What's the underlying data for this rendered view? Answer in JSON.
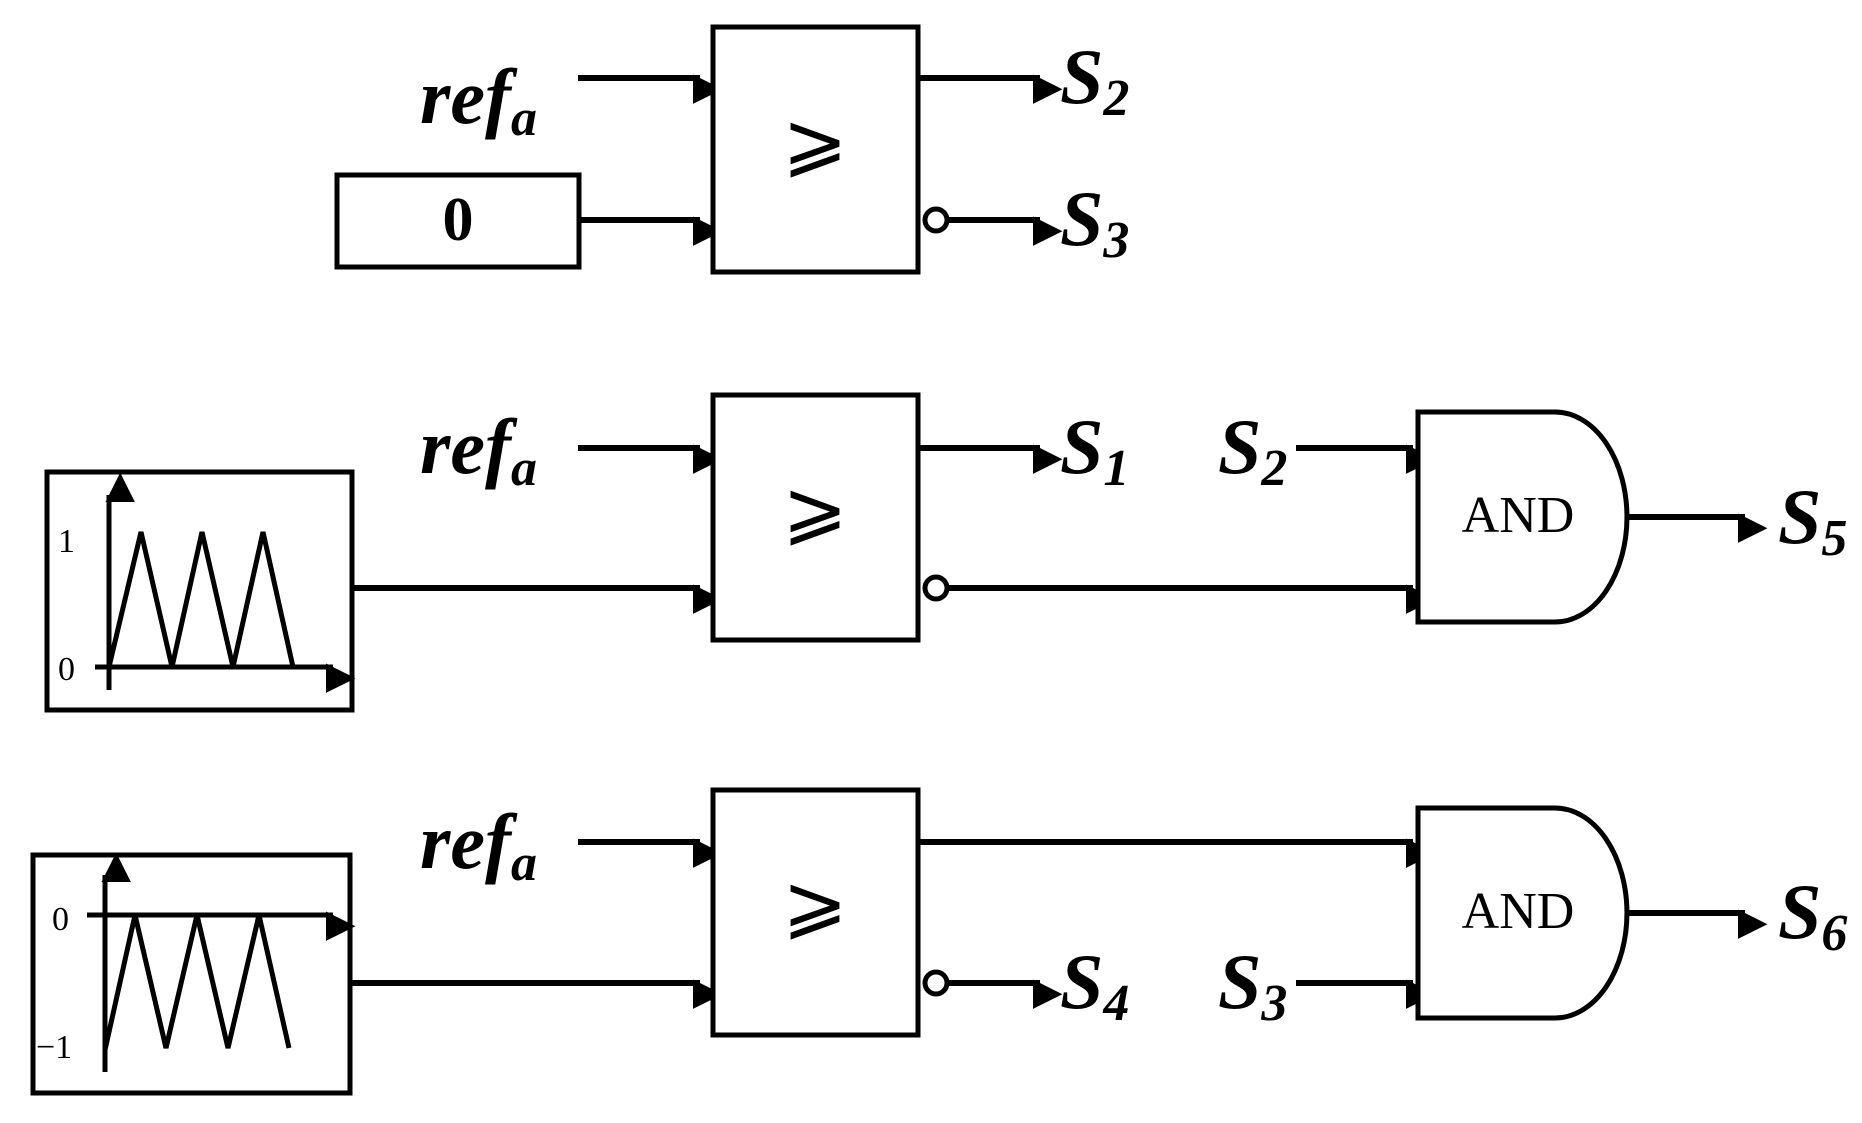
{
  "ref_signal": {
    "base": "ref",
    "sub": "a"
  },
  "comparator_symbol": "⩾",
  "constant_block_value": "0",
  "and_gate_label": "AND",
  "carrier1_ticks": {
    "top": "1",
    "bottom": "0"
  },
  "carrier2_ticks": {
    "top": "0",
    "bottom": "−1"
  },
  "outputs": {
    "s2_top": {
      "base": "S",
      "sub": "2"
    },
    "s3_top": {
      "base": "S",
      "sub": "3"
    },
    "s1": {
      "base": "S",
      "sub": "1"
    },
    "s2_in": {
      "base": "S",
      "sub": "2"
    },
    "s5": {
      "base": "S",
      "sub": "5"
    },
    "s4": {
      "base": "S",
      "sub": "4"
    },
    "s3_in": {
      "base": "S",
      "sub": "3"
    },
    "s6": {
      "base": "S",
      "sub": "6"
    }
  }
}
